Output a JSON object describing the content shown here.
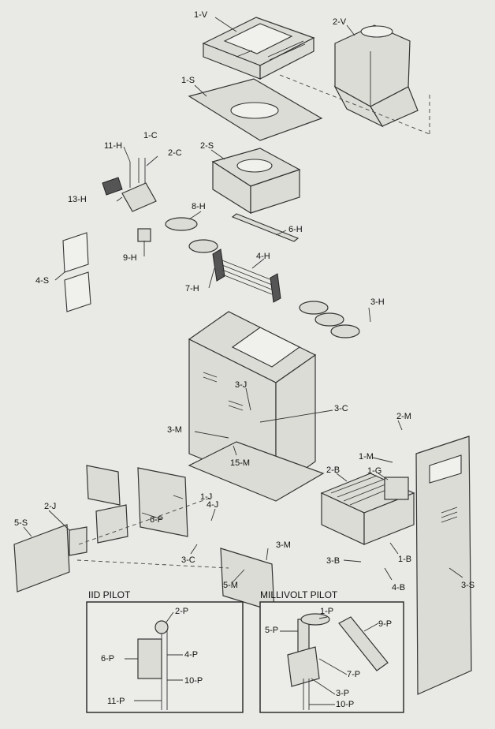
{
  "labels": {
    "l1V": "1-V",
    "l2V": "2-V",
    "l1S": "1-S",
    "l2S": "2-S",
    "l1C": "1-C",
    "l11H": "11-H",
    "l2C": "2-C",
    "l13H": "13-H",
    "l8H": "8-H",
    "l6H": "6-H",
    "l4H": "4-H",
    "l9H": "9-H",
    "l4S": "4-S",
    "l7H": "7-H",
    "l3H": "3-H",
    "l3J": "3-J",
    "l3C": "3-C",
    "l2M": "2-M",
    "l3M": "3-M",
    "l15M": "15-M",
    "l1M": "1-M",
    "l2B": "2-B",
    "l1G": "1-G",
    "l1J": "1-J",
    "l6P": "6-P",
    "l2J": "2-J",
    "l5S": "5-S",
    "l4J": "4-J",
    "l3Cb": "3-C",
    "l3Mb": "3-M",
    "l1B": "1-B",
    "l3B": "3-B",
    "l4B": "4-B",
    "l5M": "5-M",
    "l3S": "3-S"
  },
  "insets": {
    "iid": {
      "title": "IID PILOT",
      "labels": {
        "p2": "2-P",
        "p6": "6-P",
        "p4": "4-P",
        "p10": "10-P",
        "p11": "11-P"
      }
    },
    "millivolt": {
      "title": "MILLIVOLT PILOT",
      "labels": {
        "p1": "1-P",
        "p5": "5-P",
        "p9": "9-P",
        "p7": "7-P",
        "p3": "3-P",
        "p10": "10-P"
      }
    }
  }
}
